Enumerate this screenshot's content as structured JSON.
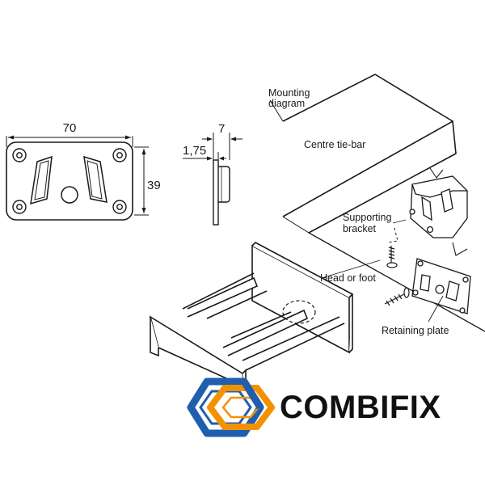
{
  "dimensions": {
    "width_label": "70",
    "height_label": "39",
    "thickness_label": "7",
    "plate_label": "1,75"
  },
  "labels": {
    "mounting_line1": "Mounting",
    "mounting_line2": "diagram",
    "centre_tie_bar": "Centre tie-bar",
    "supporting_line1": "Supporting",
    "supporting_line2": "bracket",
    "head_or_foot": "Head or foot",
    "retaining_plate": "Retaining plate"
  },
  "brand": {
    "name": "COMBIFIX",
    "colors": {
      "orange": "#f39200",
      "blue": "#1f5fae",
      "text": "#111111"
    }
  }
}
